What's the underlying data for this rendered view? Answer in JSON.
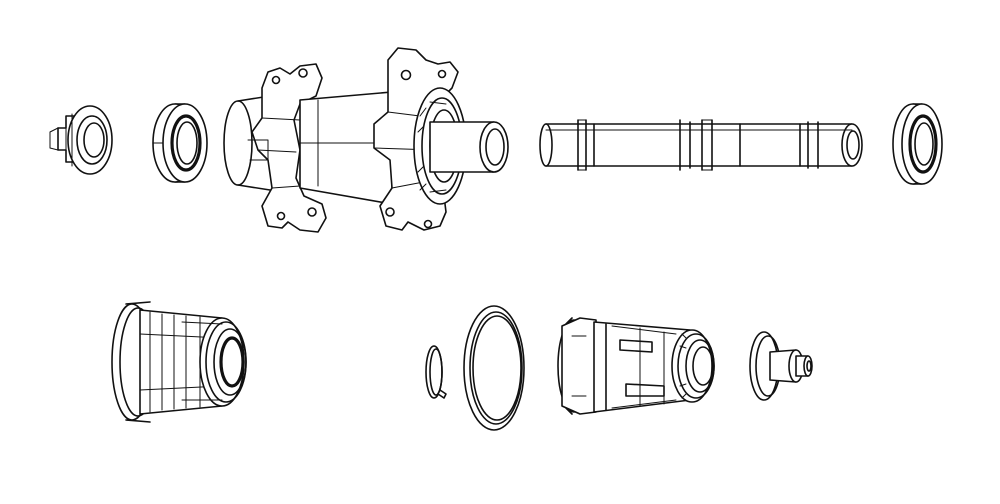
{
  "diagram": {
    "kind": "exploded-view line drawing",
    "stroke_color": "#111111",
    "background": "#ffffff",
    "parts": [
      {
        "id": "left-end-cap",
        "icon": "end-cap-icon"
      },
      {
        "id": "left-bearing",
        "icon": "bearing-icon"
      },
      {
        "id": "hub-shell",
        "icon": "hub-shell-icon"
      },
      {
        "id": "axle",
        "icon": "axle-icon"
      },
      {
        "id": "right-bearing",
        "icon": "bearing-icon"
      },
      {
        "id": "freehub-body-a",
        "icon": "freehub-icon"
      },
      {
        "id": "snap-ring",
        "icon": "snap-ring-icon"
      },
      {
        "id": "seal-washer",
        "icon": "washer-icon"
      },
      {
        "id": "freehub-body-b",
        "icon": "freehub-icon"
      },
      {
        "id": "right-end-cap",
        "icon": "end-cap-icon"
      }
    ]
  }
}
